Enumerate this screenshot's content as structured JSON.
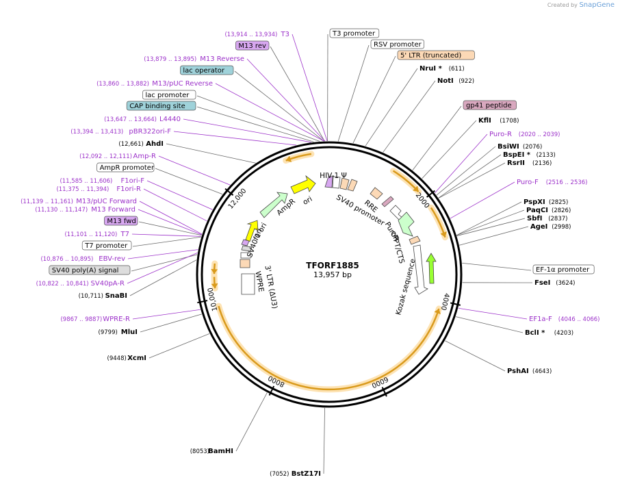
{
  "credit": {
    "prefix": "Created by",
    "brand": "SnapGene"
  },
  "plasmid": {
    "name": "TFORF1885",
    "length_label": "13,957 bp",
    "length_bp": 13957
  },
  "colors": {
    "primer": "#9b2fc9",
    "black": "#000000",
    "arc_fill": "#d99a1c",
    "arc_glow": "#fde3b4",
    "ori_yellow": "#ffff00",
    "ampr_green": "#ccffcc",
    "peach": "#fcd9b6",
    "lavender": "#d7a7f0",
    "teal": "#9fd2da",
    "pink": "#d9a8bf",
    "lightgray": "#dddddd",
    "puro_green": "#99ff33"
  },
  "scale": [
    {
      "label": "2000",
      "bp": 2000
    },
    {
      "label": "4000",
      "bp": 4000
    },
    {
      "label": "6000",
      "bp": 6000
    },
    {
      "label": "8000",
      "bp": 8000
    },
    {
      "label": "10,000",
      "bp": 10000
    },
    {
      "label": "12,000",
      "bp": 12000
    }
  ],
  "labels_left": [
    {
      "kind": "primer",
      "coord": "(13,914 .. 13,934)",
      "name": "T3",
      "bp": 13924
    },
    {
      "kind": "box",
      "name": "M13 rev",
      "style": "lavender",
      "bp": 13880
    },
    {
      "kind": "primer",
      "coord": "(13,879 .. 13,895)",
      "name": "M13 Reverse",
      "bp": 13887
    },
    {
      "kind": "box",
      "name": "lac operator",
      "style": "teal",
      "bp": 13870
    },
    {
      "kind": "primer",
      "coord": "(13,860 .. 13,882)",
      "name": "M13/pUC Reverse",
      "bp": 13871
    },
    {
      "kind": "box",
      "name": "lac promoter",
      "style": "white",
      "bp": 13800
    },
    {
      "kind": "box",
      "name": "CAP binding site",
      "style": "teal",
      "bp": 13700
    },
    {
      "kind": "primer",
      "coord": "(13,647 .. 13,664)",
      "name": "L4440",
      "bp": 13655
    },
    {
      "kind": "primer",
      "coord": "(13,394 .. 13,413)",
      "name": "pBR322ori-F",
      "bp": 13403
    },
    {
      "kind": "site",
      "coord": "(12,661)",
      "name": "AhdI",
      "bp": 12661
    },
    {
      "kind": "primer",
      "coord": "(12,092 .. 12,111)",
      "name": "Amp-R",
      "bp": 12101
    },
    {
      "kind": "box",
      "name": "AmpR promoter",
      "style": "white",
      "bp": 11900
    },
    {
      "kind": "primer",
      "coord": "(11,585 .. 11,606)",
      "name": "F1ori-F",
      "bp": 11595
    },
    {
      "kind": "primer",
      "coord": "(11,375 .. 11,394)",
      "name": "F1ori-R",
      "bp": 11384
    },
    {
      "kind": "primer",
      "coord": "(11,139 .. 11,161)",
      "name": "M13/pUC Forward",
      "bp": 11150
    },
    {
      "kind": "primer",
      "coord": "(11,130 .. 11,147)",
      "name": "M13 Forward",
      "bp": 11138
    },
    {
      "kind": "box",
      "name": "M13 fwd",
      "style": "lavender",
      "bp": 11130
    },
    {
      "kind": "primer",
      "coord": "(11,101 .. 11,120)",
      "name": "T7",
      "bp": 11110
    },
    {
      "kind": "box",
      "name": "T7 promoter",
      "style": "white",
      "bp": 11100
    },
    {
      "kind": "primer",
      "coord": "(10,876 .. 10,895)",
      "name": "EBV-rev",
      "bp": 10885
    },
    {
      "kind": "box",
      "name": "SV40 poly(A) signal",
      "style": "gray",
      "bp": 10800
    },
    {
      "kind": "primer",
      "coord": "(10,822 .. 10,841)",
      "name": "SV40pA-R",
      "bp": 10831
    },
    {
      "kind": "site",
      "coord": "(10,711)",
      "name": "SnaBI",
      "bp": 10711
    },
    {
      "kind": "primer",
      "coord": "(9867 .. 9887)",
      "name": "WPRE-R",
      "bp": 9877
    },
    {
      "kind": "site",
      "coord": "(9799)",
      "name": "MluI",
      "bp": 9799
    },
    {
      "kind": "site",
      "coord": "(9448)",
      "name": "XcmI",
      "bp": 9448
    },
    {
      "kind": "site",
      "coord": "(8053)",
      "name": "BamHI",
      "bp": 8053
    },
    {
      "kind": "site",
      "coord": "(7052)",
      "name": "BstZ17I",
      "bp": 7052
    }
  ],
  "labels_right": [
    {
      "kind": "box",
      "name": "T3 promoter",
      "style": "white",
      "bp": 13930
    },
    {
      "kind": "box",
      "name": "RSV promoter",
      "style": "white",
      "bp": 150
    },
    {
      "kind": "box",
      "name": "5' LTR (truncated)",
      "style": "peach",
      "bp": 400
    },
    {
      "kind": "site",
      "name": "NruI *",
      "coord": "(611)",
      "bp": 611
    },
    {
      "kind": "site",
      "name": "NotI",
      "coord": "(922)",
      "bp": 922
    },
    {
      "kind": "box",
      "name": "gp41 peptide",
      "style": "pink",
      "bp": 1500
    },
    {
      "kind": "site",
      "name": "KflI",
      "coord": "(1708)",
      "bp": 1708
    },
    {
      "kind": "primer",
      "name": "Puro-R",
      "coord": "(2020 .. 2039)",
      "bp": 2030
    },
    {
      "kind": "site",
      "name": "BsiWI",
      "coord": "(2076)",
      "bp": 2076
    },
    {
      "kind": "site",
      "name": "BspEI *",
      "coord": "(2133)",
      "bp": 2133
    },
    {
      "kind": "site",
      "name": "RsrII",
      "coord": "(2136)",
      "bp": 2136
    },
    {
      "kind": "primer",
      "name": "Puro-F",
      "coord": "(2516 .. 2536)",
      "bp": 2526
    },
    {
      "kind": "site",
      "name": "PspXI",
      "coord": "(2825)",
      "bp": 2825
    },
    {
      "kind": "site",
      "name": "PaqCI",
      "coord": "(2826)",
      "bp": 2826
    },
    {
      "kind": "site",
      "name": "SbfI",
      "coord": "(2837)",
      "bp": 2837
    },
    {
      "kind": "site",
      "name": "AgeI",
      "coord": "(2998)",
      "bp": 2998
    },
    {
      "kind": "box",
      "name": "EF-1α promoter",
      "style": "white",
      "bp": 3300
    },
    {
      "kind": "site",
      "name": "FseI",
      "coord": "(3624)",
      "bp": 3624
    },
    {
      "kind": "primer",
      "name": "EF1a-F",
      "coord": "(4046 .. 4066)",
      "bp": 4056
    },
    {
      "kind": "site",
      "name": "BclI *",
      "coord": "(4203)",
      "bp": 4203
    },
    {
      "kind": "site",
      "name": "PshAI",
      "coord": "(4643)",
      "bp": 4643
    }
  ],
  "inner_labels": [
    {
      "text": "ori"
    },
    {
      "text": "AmpR"
    },
    {
      "text": "f1 ori"
    },
    {
      "text": "SV40 ori"
    },
    {
      "text": "HIV-1 Ψ"
    },
    {
      "text": "RRE"
    },
    {
      "text": "SV40 promoter"
    },
    {
      "text": "PuroR"
    },
    {
      "text": "cPPT/CTS"
    },
    {
      "text": "Kozak sequence"
    },
    {
      "text": "3' LTR (ΔU3)"
    },
    {
      "text": "WPRE"
    }
  ]
}
